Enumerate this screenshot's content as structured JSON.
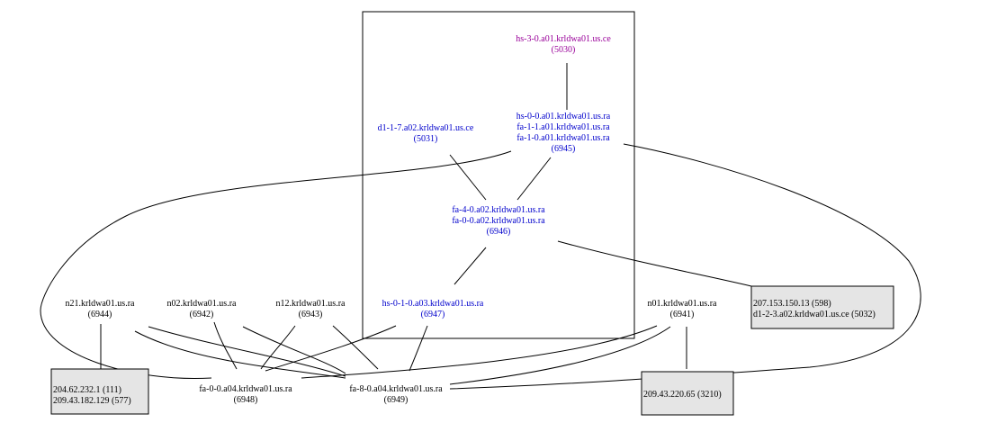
{
  "colors": {
    "blue": "#0000cc",
    "purple": "#990099",
    "black": "#000000",
    "box_fill": "#e5e5e5"
  },
  "nodes": {
    "hs30": {
      "lines": [
        "hs-3-0.a01.krldwa01.us.ce",
        "(5030)"
      ]
    },
    "hs00": {
      "lines": [
        "hs-0-0.a01.krldwa01.us.ra",
        "fa-1-1.a01.krldwa01.us.ra",
        "fa-1-0.a01.krldwa01.us.ra",
        "(6945)"
      ]
    },
    "d117": {
      "lines": [
        "d1-1-7.a02.krldwa01.us.ce",
        "(5031)"
      ]
    },
    "fa40": {
      "lines": [
        "fa-4-0.a02.krldwa01.us.ra",
        "fa-0-0.a02.krldwa01.us.ra",
        "(6946)"
      ]
    },
    "hs010": {
      "lines": [
        "hs-0-1-0.a03.krldwa01.us.ra",
        "(6947)"
      ]
    },
    "n21": {
      "lines": [
        "n21.krldwa01.us.ra",
        "(6944)"
      ]
    },
    "n02": {
      "lines": [
        "n02.krldwa01.us.ra",
        "(6942)"
      ]
    },
    "n12": {
      "lines": [
        "n12.krldwa01.us.ra",
        "(6943)"
      ]
    },
    "n01": {
      "lines": [
        "n01.krldwa01.us.ra",
        "(6941)"
      ]
    },
    "fa00a04": {
      "lines": [
        "fa-0-0.a04.krldwa01.us.ra",
        "(6948)"
      ]
    },
    "fa80a04": {
      "lines": [
        "fa-8-0.a04.krldwa01.us.ra",
        "(6949)"
      ]
    },
    "box207": {
      "lines": [
        "207.153.150.13 (598)",
        "d1-2-3.a02.krldwa01.us.ce (5032)"
      ]
    },
    "box204": {
      "lines": [
        "204.62.232.1 (111)",
        "209.43.182.129 (577)"
      ]
    },
    "box209": {
      "lines": [
        "209.43.220.65 (3210)"
      ]
    }
  }
}
